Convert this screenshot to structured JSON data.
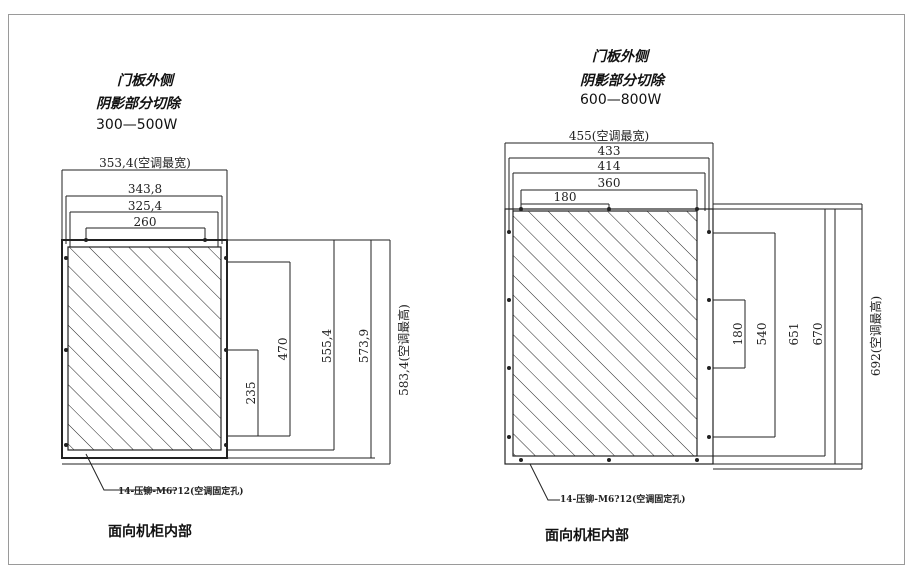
{
  "left": {
    "title_line1": "门板外侧",
    "title_line2": "阴影部分切除",
    "power": "300—500W",
    "dim_width_max": "353,4(空调最宽)",
    "dim_343": "343,8",
    "dim_325": "325,4",
    "dim_260": "260",
    "dim_470": "470",
    "dim_235": "235",
    "dim_555": "555,4",
    "dim_573": "573,9",
    "dim_height_max": "583,4(空调最高)",
    "hole_note": "14-压铆-M6?12(空调固定孔)",
    "footer": "面向机柜内部"
  },
  "right": {
    "title_line1": "门板外侧",
    "title_line2": "阴影部分切除",
    "power": "600—800W",
    "dim_width_max": "455(空调最宽)",
    "dim_433": "433",
    "dim_414": "414",
    "dim_360": "360",
    "dim_180": "180",
    "dim_180v": "180",
    "dim_540": "540",
    "dim_651": "651",
    "dim_670": "670",
    "dim_height_max": "692(空调最高)",
    "hole_note": "14-压铆-M6?12(空调固定孔)",
    "footer": "面向机柜内部"
  }
}
